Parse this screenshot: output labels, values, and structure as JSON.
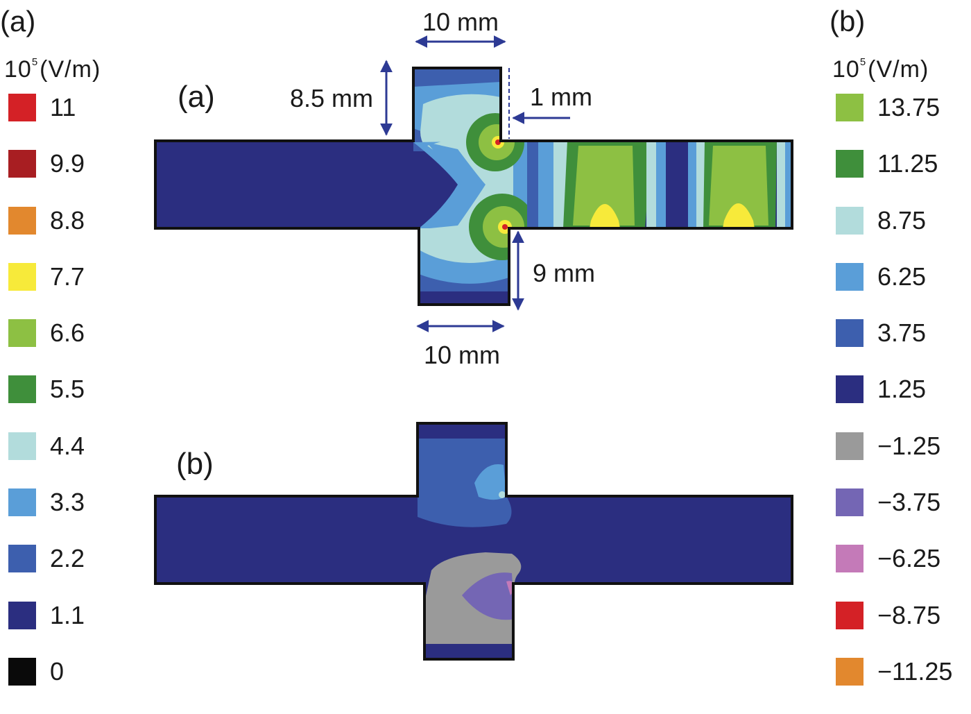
{
  "left_panel": {
    "tag": "(a)",
    "unit_base": "10",
    "unit_exp": "5",
    "unit_text": "(V/m)",
    "legend": [
      {
        "label": "11",
        "color": "#d42126"
      },
      {
        "label": "9.9",
        "color": "#a81e22"
      },
      {
        "label": "8.8",
        "color": "#e2882e"
      },
      {
        "label": "7.7",
        "color": "#f7ea3a"
      },
      {
        "label": "6.6",
        "color": "#8dc043"
      },
      {
        "label": "5.5",
        "color": "#3f8f3b"
      },
      {
        "label": "4.4",
        "color": "#b2dcdc"
      },
      {
        "label": "3.3",
        "color": "#5a9ed8"
      },
      {
        "label": "2.2",
        "color": "#3d5fae"
      },
      {
        "label": "1.1",
        "color": "#2b2e80"
      },
      {
        "label": "0",
        "color": "#0a0a0a"
      }
    ]
  },
  "right_panel": {
    "tag": "(b)",
    "unit_base": "10",
    "unit_exp": "5",
    "unit_text": "(V/m)",
    "legend": [
      {
        "label": "13.75",
        "color": "#8dc043"
      },
      {
        "label": "11.25",
        "color": "#3f8f3b"
      },
      {
        "label": "8.75",
        "color": "#b2dcdc"
      },
      {
        "label": "6.25",
        "color": "#5a9ed8"
      },
      {
        "label": "3.75",
        "color": "#3d5fae"
      },
      {
        "label": "1.25",
        "color": "#2b2e80"
      },
      {
        "label": "−1.25",
        "color": "#9a9a9a"
      },
      {
        "label": "−3.75",
        "color": "#7466b4"
      },
      {
        "label": "−6.25",
        "color": "#c47ab8"
      },
      {
        "label": "−8.75",
        "color": "#d42126"
      },
      {
        "label": "−11.25",
        "color": "#e2882e"
      }
    ]
  },
  "diagram_a": {
    "tag": "(a)",
    "dim_top_width": "10 mm",
    "dim_top_height": "8.5 mm",
    "dim_gap": "1 mm",
    "dim_bottom_height": "9 mm",
    "dim_bottom_width": "10 mm"
  },
  "diagram_b": {
    "tag": "(b)"
  },
  "colors": {
    "outline": "#111111",
    "arrow": "#2d3a94",
    "navy": "#2b2e80",
    "blue": "#3d5fae",
    "mid_blue": "#5a9ed8",
    "light_cyan": "#b2dcdc",
    "dark_green": "#3f8f3b",
    "light_green": "#8dc043",
    "yellow": "#f7ea3a",
    "red": "#d42126",
    "gray": "#9a9a9a",
    "purple": "#7466b4",
    "pink": "#c47ab8"
  }
}
